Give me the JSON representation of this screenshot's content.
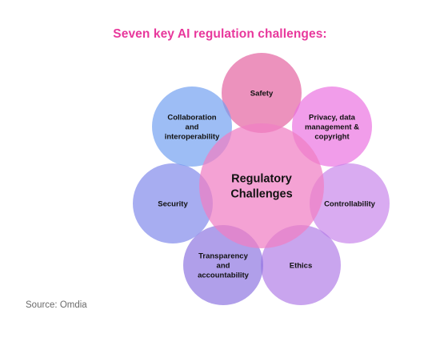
{
  "title": "Seven key AI regulation challenges:",
  "center": {
    "lines": [
      "Regulatory",
      "Challenges"
    ],
    "color": "#f07ec4"
  },
  "nodes": [
    {
      "id": "safety",
      "lines": [
        "Safety"
      ],
      "color": "#e35f9e"
    },
    {
      "id": "privacy",
      "lines": [
        "Privacy, data",
        "management &",
        "copyright"
      ],
      "color": "#ea6fe0"
    },
    {
      "id": "controllability",
      "lines": [
        "Controllability"
      ],
      "color": "#c783ea"
    },
    {
      "id": "ethics",
      "lines": [
        "Ethics"
      ],
      "color": "#b07ae6"
    },
    {
      "id": "transparency",
      "lines": [
        "Transparency",
        "and",
        "accountability"
      ],
      "color": "#8a72e0"
    },
    {
      "id": "security",
      "lines": [
        "Security"
      ],
      "color": "#7d86ea"
    },
    {
      "id": "collaboration",
      "lines": [
        "Collaboration",
        "and",
        "interoperability"
      ],
      "color": "#6f9ef0"
    }
  ],
  "source": "Source: Omdia"
}
